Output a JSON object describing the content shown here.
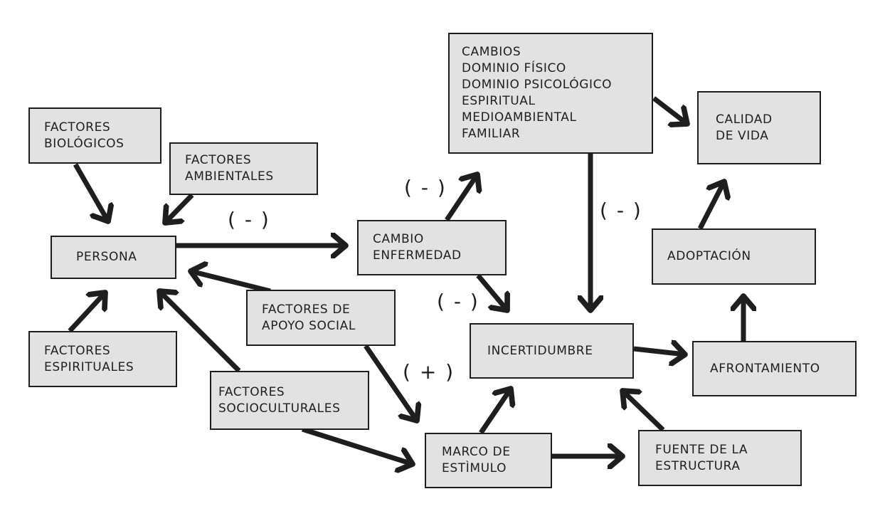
{
  "colors": {
    "background": "#ffffff",
    "box_fill": "#e2e2e2",
    "stroke": "#1e1e1e"
  },
  "nodes": {
    "factores_biologicos": {
      "lines": [
        "FACTORES",
        "BIOLÓGICOS"
      ]
    },
    "factores_ambientales": {
      "lines": [
        "FACTORES",
        "AMBIENTALES"
      ]
    },
    "persona": {
      "lines": [
        "PERSONA"
      ]
    },
    "factores_espirituales": {
      "lines": [
        "FACTORES",
        "ESPIRITUALES"
      ]
    },
    "factores_apoyo_social": {
      "lines": [
        "FACTORES DE",
        "APOYO SOCIAL"
      ]
    },
    "factores_socioculturales": {
      "lines": [
        "FACTORES",
        "SOCIOCULTURALES"
      ]
    },
    "cambio_enfermedad": {
      "lines": [
        "CAMBIO",
        "ENFERMEDAD"
      ]
    },
    "cambios": {
      "lines": [
        "CAMBIOS",
        "DOMINIO FÍSICO",
        "DOMINIO PSICOLÓGICO",
        "ESPIRITUAL",
        "MEDIOAMBIENTAL",
        "FAMILIAR"
      ]
    },
    "calidad_de_vida": {
      "lines": [
        "CALIDAD",
        "DE VIDA"
      ]
    },
    "adoptacion": {
      "lines": [
        "ADOPTACIÓN"
      ]
    },
    "incertidumbre": {
      "lines": [
        "INCERTIDUMBRE"
      ]
    },
    "afrontamiento": {
      "lines": [
        "AFRONTAMIENTO"
      ]
    },
    "marco_de_estimulo": {
      "lines": [
        "MARCO DE",
        "ESTÌMULO"
      ]
    },
    "fuente_de_la_estructura": {
      "lines": [
        "FUENTE DE LA",
        "ESTRUCTURA"
      ]
    }
  },
  "signs": {
    "persona_to_cambio": "( - )",
    "cambio_to_cambios": "( - )",
    "cambios_to_incertidumbre": "( - )",
    "cambio_to_incertidumbre": "( - )",
    "apoyo_to_marco": "( + )"
  }
}
